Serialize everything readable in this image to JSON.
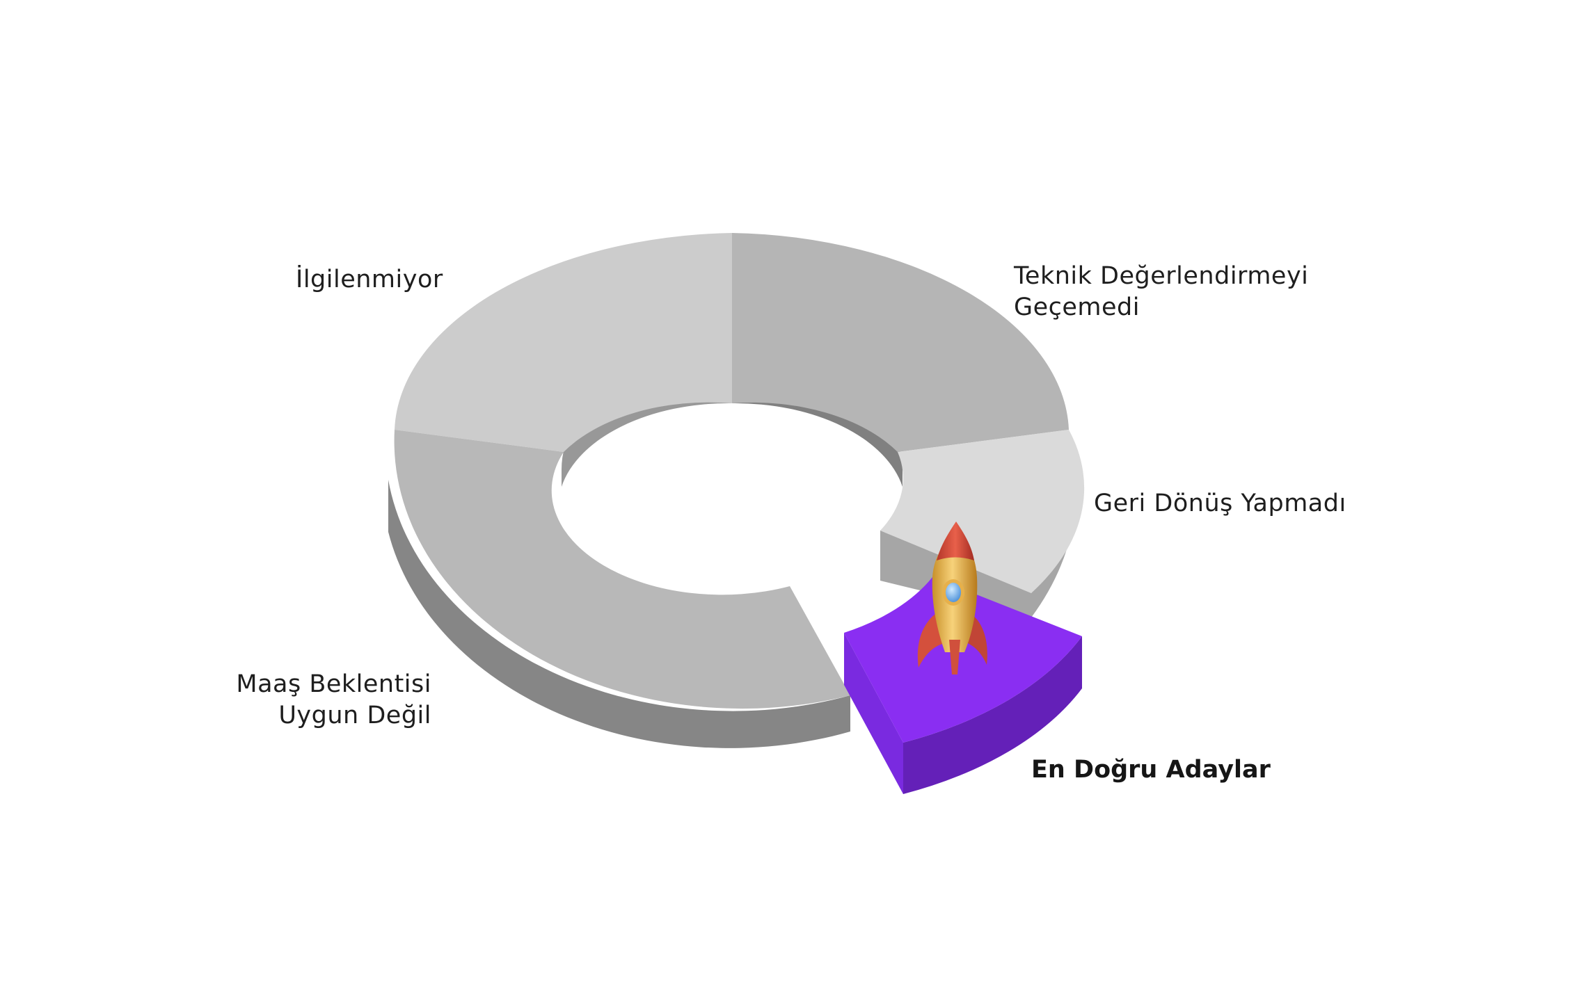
{
  "segments": [
    {
      "id": "ilgilenmiyor",
      "lines": [
        "İlgilenmiyor"
      ],
      "top_color": "#cccccc",
      "side_color": "#9a9a9a"
    },
    {
      "id": "teknik",
      "lines": [
        "Teknik Değerlendirmeyi",
        "Geçemedi"
      ],
      "top_color": "#b5b5b5",
      "side_color": "#868686"
    },
    {
      "id": "geri-donus",
      "lines": [
        "Geri Dönüş Yapmadı"
      ],
      "top_color": "#dadada",
      "side_color": "#a6a6a6"
    },
    {
      "id": "maas",
      "lines": [
        "Maaş Beklentisi",
        "Uygun Değil"
      ],
      "top_color": "#b8b8b8",
      "side_color": "#868686"
    },
    {
      "id": "en-dogru",
      "lines": [
        "En Doğru Adaylar"
      ],
      "top_color": "#8a2ef2",
      "side_color": "#6622b8",
      "highlighted": true
    }
  ],
  "icon": "rocket-icon"
}
